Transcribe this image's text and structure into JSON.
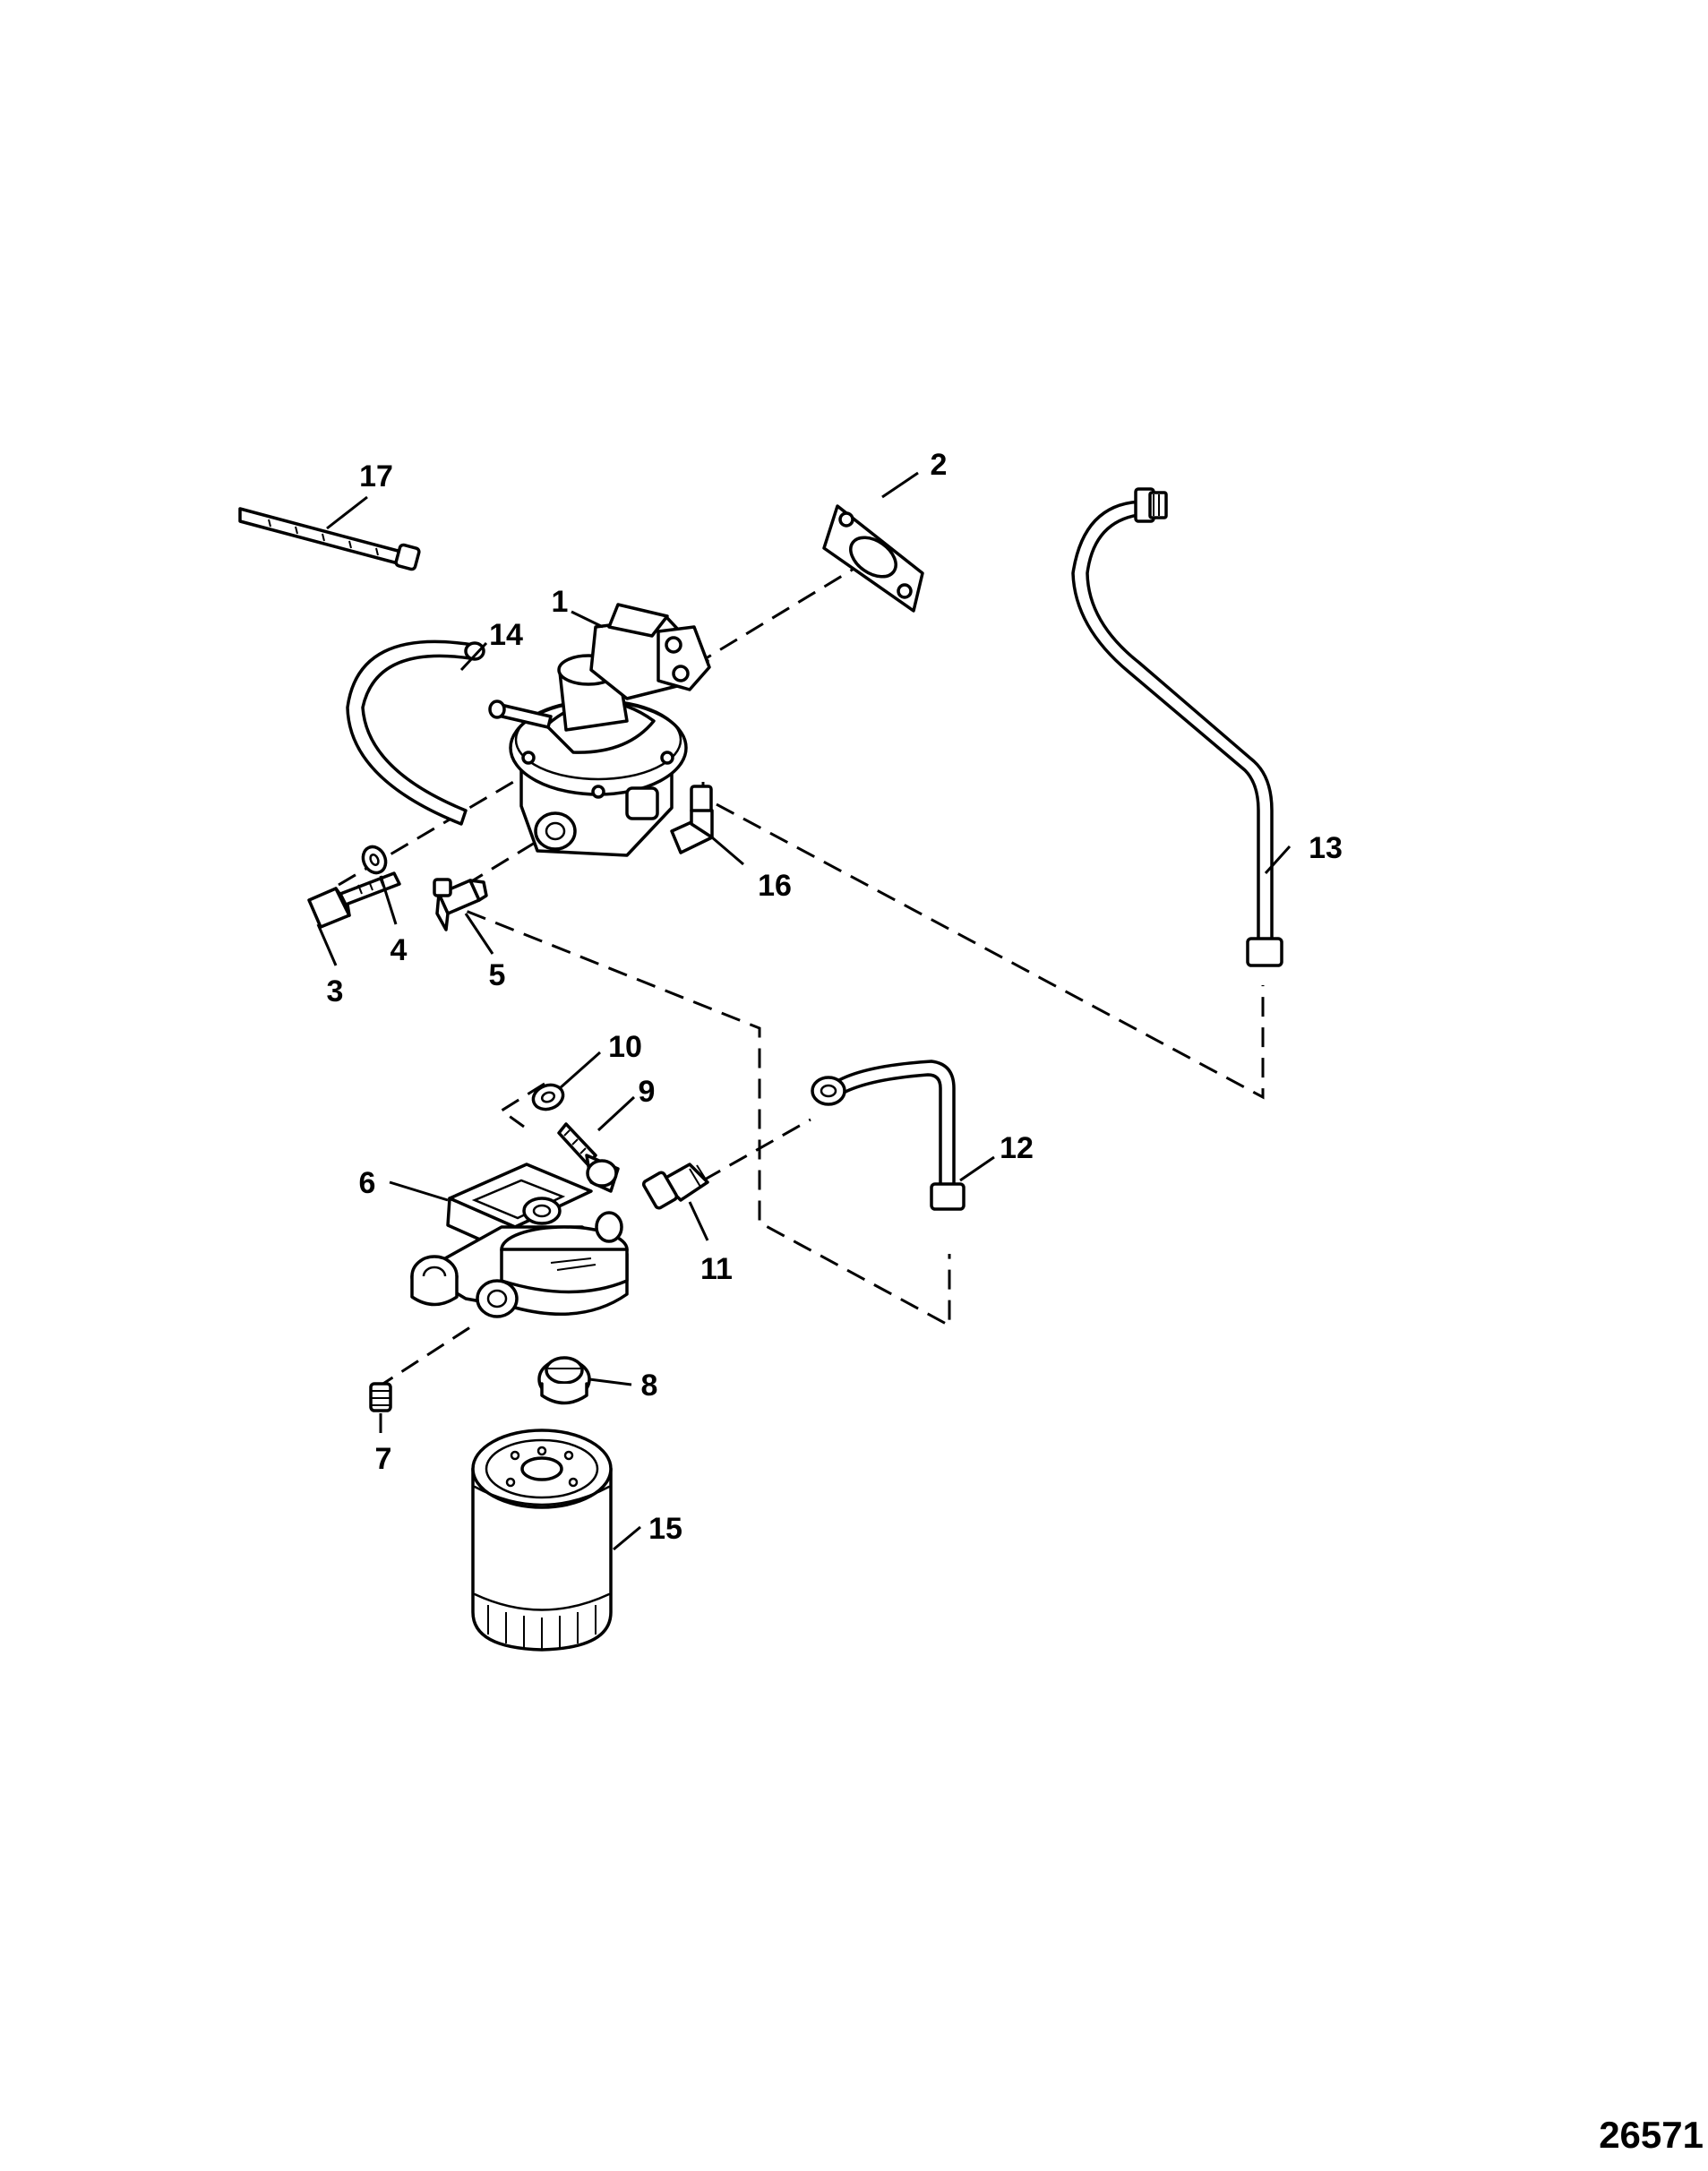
{
  "callouts": [
    {
      "id": "1",
      "label": "1",
      "part": "fuel pump"
    },
    {
      "id": "2",
      "label": "2",
      "part": "gasket"
    },
    {
      "id": "3",
      "label": "3",
      "part": "bolt"
    },
    {
      "id": "4",
      "label": "4",
      "part": "washer"
    },
    {
      "id": "5",
      "label": "5",
      "part": "elbow fitting"
    },
    {
      "id": "6",
      "label": "6",
      "part": "filter base"
    },
    {
      "id": "7",
      "label": "7",
      "part": "plug"
    },
    {
      "id": "8",
      "label": "8",
      "part": "adapter"
    },
    {
      "id": "9",
      "label": "9",
      "part": "screw"
    },
    {
      "id": "10",
      "label": "10",
      "part": "washer"
    },
    {
      "id": "11",
      "label": "11",
      "part": "fitting"
    },
    {
      "id": "12",
      "label": "12",
      "part": "fuel line"
    },
    {
      "id": "13",
      "label": "13",
      "part": "fuel line"
    },
    {
      "id": "14",
      "label": "14",
      "part": "hose"
    },
    {
      "id": "15",
      "label": "15",
      "part": "filter element"
    },
    {
      "id": "16",
      "label": "16",
      "part": "elbow fitting"
    },
    {
      "id": "17",
      "label": "17",
      "part": "tie strap"
    }
  ],
  "figure_number": "26571"
}
